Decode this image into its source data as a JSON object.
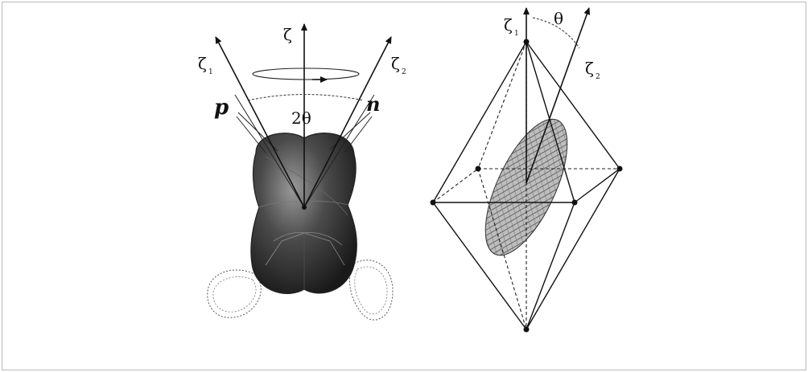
{
  "figure": {
    "left_panel": {
      "axis_center": "ζ",
      "axis_left": "ζ",
      "axis_left_sub": "1",
      "axis_right": "ζ",
      "axis_right_sub": "2",
      "label_p": "p",
      "label_n": "n",
      "angle_label": "2θ"
    },
    "right_panel": {
      "axis_top": "ζ",
      "axis_top_sub": "1",
      "axis_tilted": "ζ",
      "axis_tilted_sub": "2",
      "angle_label": "θ"
    }
  },
  "colors": {
    "border": "#b9b9b9",
    "ink": "#111111",
    "body_dark": "#3a3a3a",
    "hatch": "#777777"
  }
}
